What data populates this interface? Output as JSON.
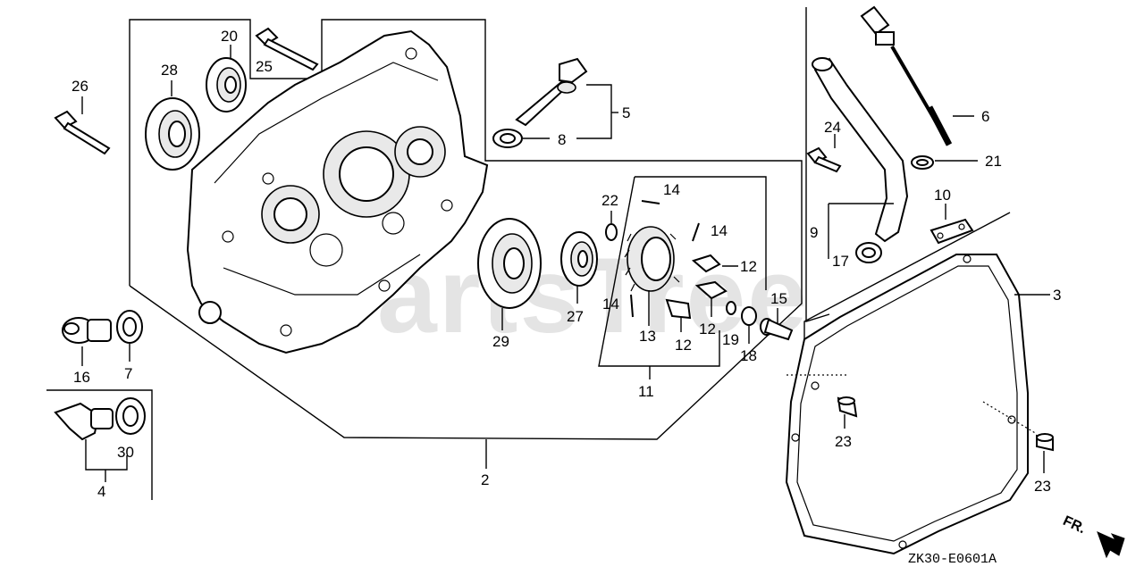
{
  "diagram": {
    "watermark": "PartsTree",
    "drawing_code": "ZK30-E0601A",
    "direction_label": "FR.",
    "callouts": [
      {
        "id": "c1",
        "text": "2"
      },
      {
        "id": "c2",
        "text": "3"
      },
      {
        "id": "c3",
        "text": "4"
      },
      {
        "id": "c4",
        "text": "5"
      },
      {
        "id": "c5",
        "text": "6"
      },
      {
        "id": "c6",
        "text": "7"
      },
      {
        "id": "c7",
        "text": "8"
      },
      {
        "id": "c8",
        "text": "9"
      },
      {
        "id": "c9",
        "text": "10"
      },
      {
        "id": "c10",
        "text": "11"
      },
      {
        "id": "c11",
        "text": "12"
      },
      {
        "id": "c12",
        "text": "12"
      },
      {
        "id": "c13",
        "text": "12"
      },
      {
        "id": "c14",
        "text": "13"
      },
      {
        "id": "c15",
        "text": "14"
      },
      {
        "id": "c16",
        "text": "14"
      },
      {
        "id": "c17",
        "text": "14"
      },
      {
        "id": "c18",
        "text": "15"
      },
      {
        "id": "c19",
        "text": "16"
      },
      {
        "id": "c20",
        "text": "17"
      },
      {
        "id": "c21",
        "text": "18"
      },
      {
        "id": "c22",
        "text": "19"
      },
      {
        "id": "c23",
        "text": "20"
      },
      {
        "id": "c24",
        "text": "21"
      },
      {
        "id": "c25",
        "text": "22"
      },
      {
        "id": "c26",
        "text": "23"
      },
      {
        "id": "c27",
        "text": "23"
      },
      {
        "id": "c28",
        "text": "24"
      },
      {
        "id": "c29",
        "text": "25"
      },
      {
        "id": "c30",
        "text": "26"
      },
      {
        "id": "c31",
        "text": "27"
      },
      {
        "id": "c32",
        "text": "28"
      },
      {
        "id": "c33",
        "text": "29"
      },
      {
        "id": "c34",
        "text": "30"
      }
    ]
  }
}
